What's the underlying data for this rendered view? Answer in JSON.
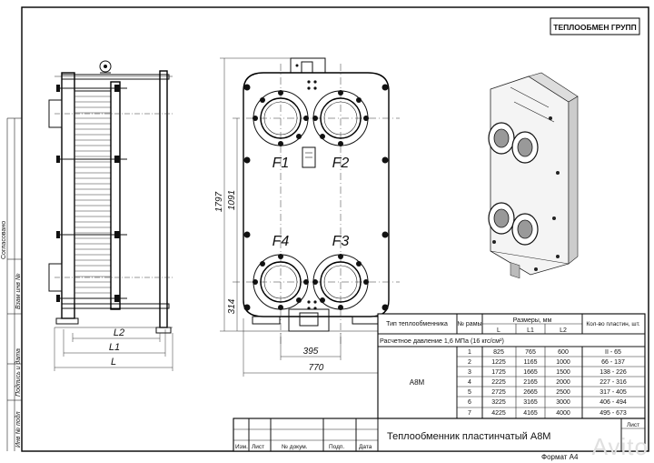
{
  "brand": {
    "logo_text": "ТЕПЛООБМЕН ГРУПП"
  },
  "ports": {
    "f1": "F1",
    "f2": "F2",
    "f3": "F3",
    "f4": "F4"
  },
  "dimensions": {
    "side_l2": "L2",
    "side_l1": "L1",
    "side_l": "L",
    "height_total": "1797",
    "height_port": "1091",
    "height_bottom": "314",
    "width_ports": "395",
    "width_total": "770"
  },
  "side_stamp": {
    "c1": "Согласовано",
    "c2": "Взам инв №",
    "c3": "Подпись и дата",
    "c4": "Инв № подл"
  },
  "table": {
    "h_type": "Тип теплообменника",
    "h_frame": "№ рамы",
    "h_sizes": "Размеры, мм",
    "h_l": "L",
    "h_l1": "L1",
    "h_l2": "L2",
    "h_plates": "Кол-во пластин, шт.",
    "pressure": "Расчетное давление 1,6 МПа (16 кгс/см²)",
    "model": "A8M",
    "rows": [
      {
        "n": "1",
        "l": "825",
        "l1": "765",
        "l2": "600",
        "q": "II - 65"
      },
      {
        "n": "2",
        "l": "1225",
        "l1": "1165",
        "l2": "1000",
        "q": "66 - 137"
      },
      {
        "n": "3",
        "l": "1725",
        "l1": "1665",
        "l2": "1500",
        "q": "138 - 226"
      },
      {
        "n": "4",
        "l": "2225",
        "l1": "2165",
        "l2": "2000",
        "q": "227 - 316"
      },
      {
        "n": "5",
        "l": "2725",
        "l1": "2665",
        "l2": "2500",
        "q": "317 - 405"
      },
      {
        "n": "6",
        "l": "3225",
        "l1": "3165",
        "l2": "3000",
        "q": "406 - 494"
      },
      {
        "n": "7",
        "l": "4225",
        "l1": "4165",
        "l2": "4000",
        "q": "495 - 673"
      }
    ]
  },
  "title_block": {
    "title": "Теплообменник пластинчатый A8M",
    "sheet": "Лист",
    "c_izm": "Изм.",
    "c_list": "Лист",
    "c_doc": "№ докум.",
    "c_sign": "Подп.",
    "c_date": "Дата",
    "format": "Формат A4"
  },
  "watermark": "Avito"
}
